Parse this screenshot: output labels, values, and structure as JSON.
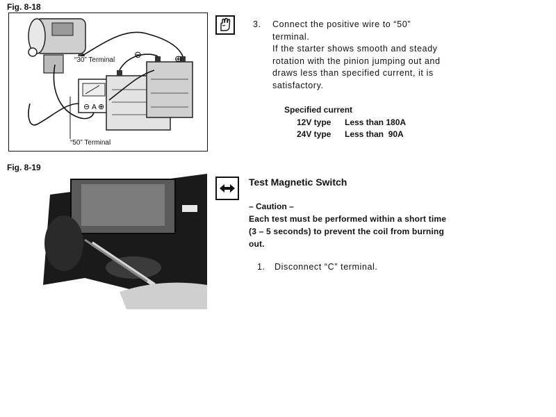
{
  "fig_818": {
    "label": "Fig. 8-18",
    "terminal_30": "“30” Terminal",
    "terminal_50": "“50” Terminal",
    "meter_letter": "A",
    "minus": "⊖",
    "plus": "⊕"
  },
  "step3": {
    "number": "3.",
    "line1": "Connect  the  positive  wire  to  “50”",
    "line2": "terminal.",
    "line3": "If  the  starter shows smooth and steady",
    "line4": "rotation with the pinion jumping out and",
    "line5": "draws  less  than  specified  current,  it  is",
    "line6": "satisfactory."
  },
  "spec": {
    "title": "Specified current",
    "rows": [
      {
        "type": "12V type",
        "value": "Less than 180A"
      },
      {
        "type": "24V type",
        "value": "Less than  90A"
      }
    ]
  },
  "fig_819": {
    "label": "Fig. 8-19"
  },
  "section": {
    "heading": "Test Magnetic Switch",
    "caution_title": "– Caution –",
    "caution_line1": "Each test must be performed within a short time",
    "caution_line2": "(3 – 5 seconds) to prevent the coil from burning",
    "caution_line3": "out.",
    "step1_number": "1.",
    "step1_text": "Disconnect “C” terminal."
  },
  "icons": {
    "step3_icon": "hand-icon",
    "section_icon": "double-arrow-icon"
  }
}
